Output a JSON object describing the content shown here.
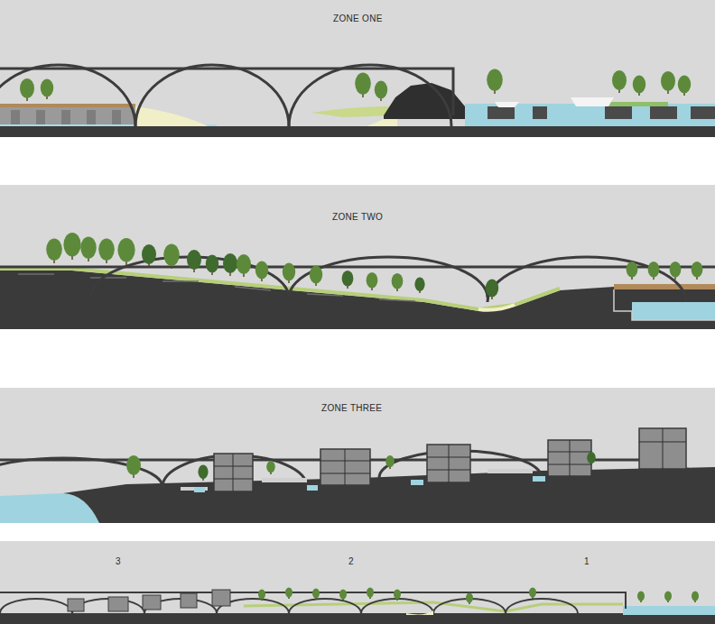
{
  "diagram": {
    "labels": [
      "ZONE ONE",
      "ZONE TWO",
      "ZONE THREE",
      "3",
      "2",
      "1"
    ]
  }
}
